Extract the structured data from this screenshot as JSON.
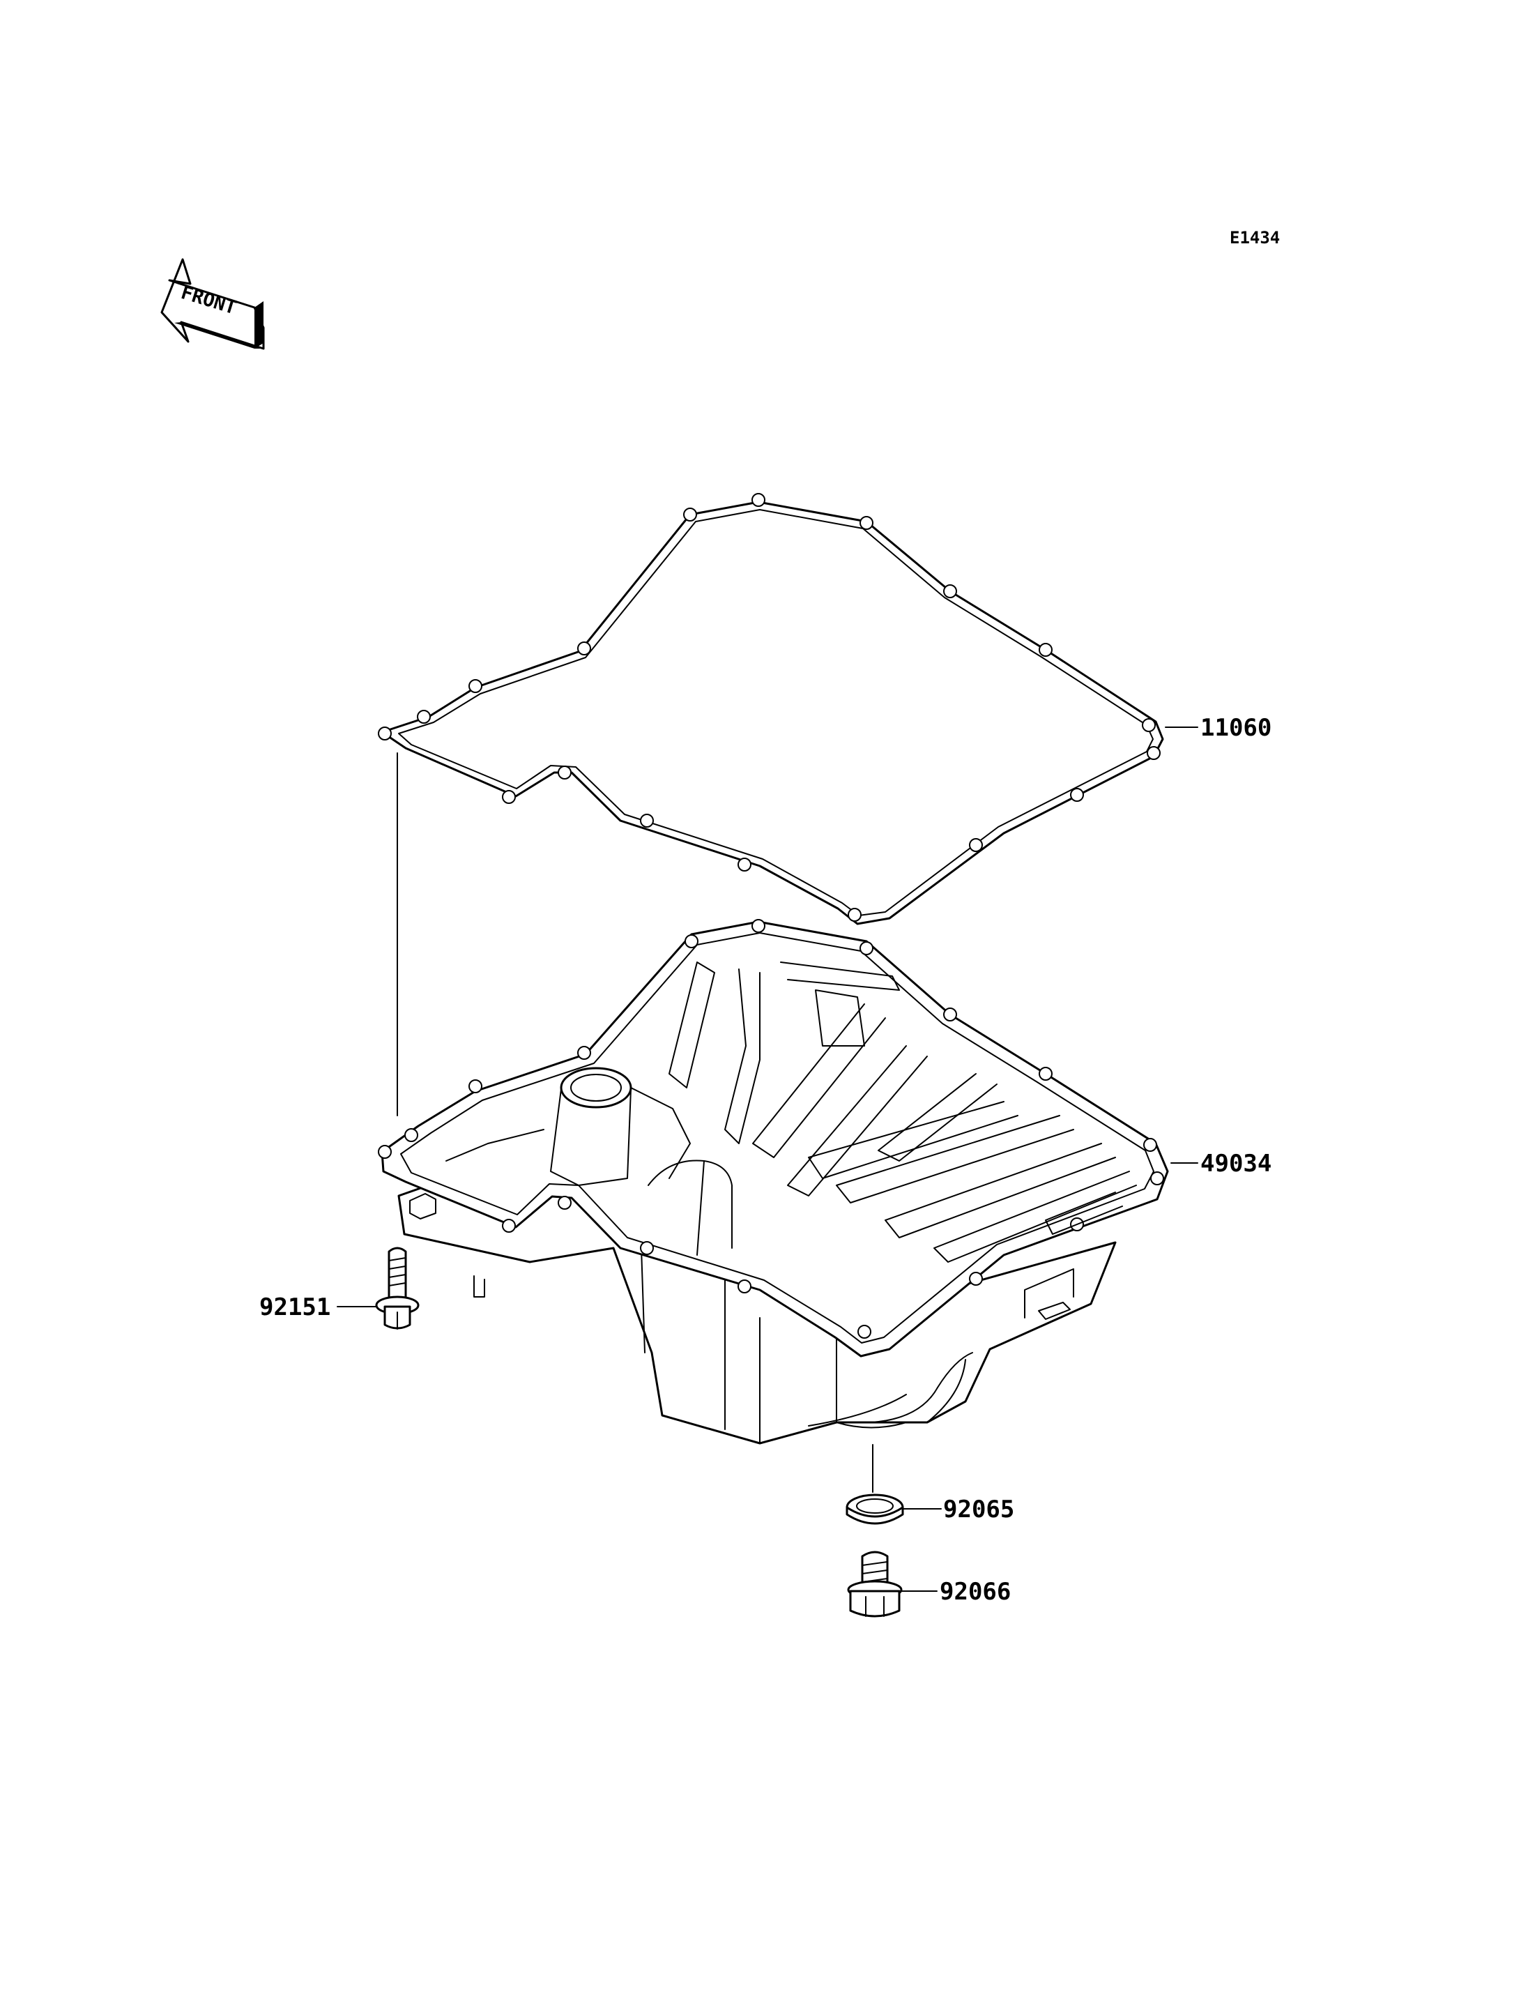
{
  "diagram_code": "E1434",
  "front_indicator": {
    "text": "FRONT",
    "icon": "front-arrow-icon"
  },
  "parts": [
    {
      "number": "11060"
    },
    {
      "number": "49034"
    },
    {
      "number": "92151"
    },
    {
      "number": "92065"
    },
    {
      "number": "92066"
    }
  ]
}
